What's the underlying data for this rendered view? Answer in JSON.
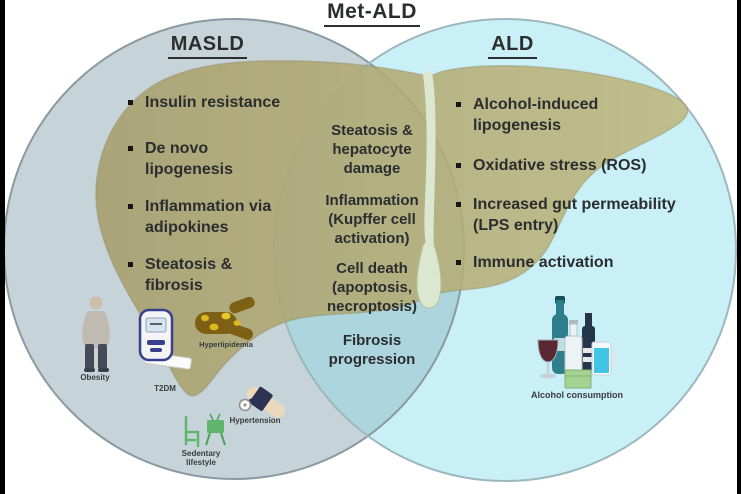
{
  "title": "Met-ALD",
  "left_region": {
    "title": "MASLD",
    "items": [
      "Insulin resistance",
      "De novo\nlipogenesis",
      "Inflammation via\nadipokines",
      "Steatosis &\nfibrosis"
    ],
    "risk_labels": {
      "obesity": "Obesity",
      "t2dm": "T2DM",
      "hyperlipidemia": "Hyperlipidemia",
      "hypertension": "Hypertension",
      "sedentary": "Sedentary\nlifestyle"
    }
  },
  "overlap_region": {
    "items": [
      "Steatosis &\nhepatocyte\ndamage",
      "Inflammation\n(Kupffer cell\nactivation)",
      "Cell death\n(apoptosis,\nnecroptosis)",
      "Fibrosis\nprogression"
    ]
  },
  "right_region": {
    "title": "ALD",
    "items": [
      "Alcohol-induced\nlipogenesis",
      "Oxidative stress (ROS)",
      "Increased gut permeability\n(LPS entry)",
      "Immune activation"
    ],
    "risk_labels": {
      "alcohol": "Alcohol consumption"
    }
  },
  "colors": {
    "left_circle_fill": "#c6d4da",
    "left_circle_stroke": "#8b9aa1",
    "right_circle_fill": "#c9f0f6",
    "right_circle_stroke": "#9db8bc",
    "overlap_fill": "#add5de",
    "liver_left": "#a79f6b",
    "liver_right": "#c0b77e",
    "liver_stroke": "#8e865a",
    "ligament_fill": "#dbe7cf",
    "ligament_stroke": "#b3c4a0",
    "text": "#2b2d2e",
    "border_bar": "#000000"
  }
}
